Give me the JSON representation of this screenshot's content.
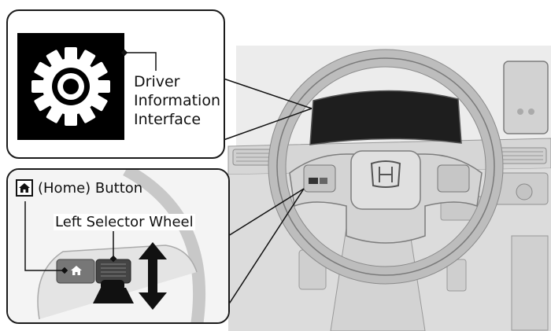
{
  "callout_top": {
    "icon": "gear-icon",
    "label": "Driver\nInformation\nInterface"
  },
  "callout_bottom": {
    "home_icon": "home-icon",
    "home_label": "(Home) Button",
    "selector_label": "Left Selector Wheel",
    "arrow_icon": "up-down-arrow-icon"
  },
  "steering_logo": "honda-logo"
}
